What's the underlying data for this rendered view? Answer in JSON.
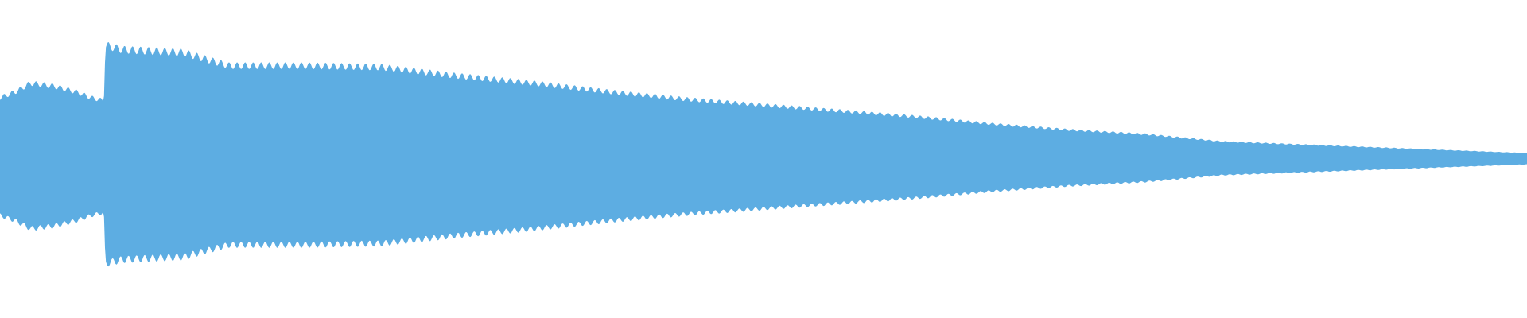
{
  "waveform": {
    "color": "#5dade2",
    "background": "#ffffff",
    "envelope": [
      {
        "t": 0.0,
        "a": 0.42
      },
      {
        "t": 0.01,
        "a": 0.46
      },
      {
        "t": 0.02,
        "a": 0.52
      },
      {
        "t": 0.035,
        "a": 0.5
      },
      {
        "t": 0.05,
        "a": 0.46
      },
      {
        "t": 0.06,
        "a": 0.42
      },
      {
        "t": 0.068,
        "a": 0.4
      },
      {
        "t": 0.069,
        "a": 0.78
      },
      {
        "t": 0.08,
        "a": 0.75
      },
      {
        "t": 0.12,
        "a": 0.73
      },
      {
        "t": 0.15,
        "a": 0.64
      },
      {
        "t": 0.2,
        "a": 0.64
      },
      {
        "t": 0.25,
        "a": 0.63
      },
      {
        "t": 0.3,
        "a": 0.57
      },
      {
        "t": 0.35,
        "a": 0.52
      },
      {
        "t": 0.4,
        "a": 0.46
      },
      {
        "t": 0.45,
        "a": 0.41
      },
      {
        "t": 0.5,
        "a": 0.37
      },
      {
        "t": 0.55,
        "a": 0.33
      },
      {
        "t": 0.6,
        "a": 0.29
      },
      {
        "t": 0.65,
        "a": 0.24
      },
      {
        "t": 0.7,
        "a": 0.2
      },
      {
        "t": 0.75,
        "a": 0.17
      },
      {
        "t": 0.8,
        "a": 0.12
      },
      {
        "t": 0.85,
        "a": 0.1
      },
      {
        "t": 0.9,
        "a": 0.08
      },
      {
        "t": 0.95,
        "a": 0.06
      },
      {
        "t": 1.0,
        "a": 0.04
      }
    ],
    "ripple": 0.07,
    "cycles": 190
  }
}
